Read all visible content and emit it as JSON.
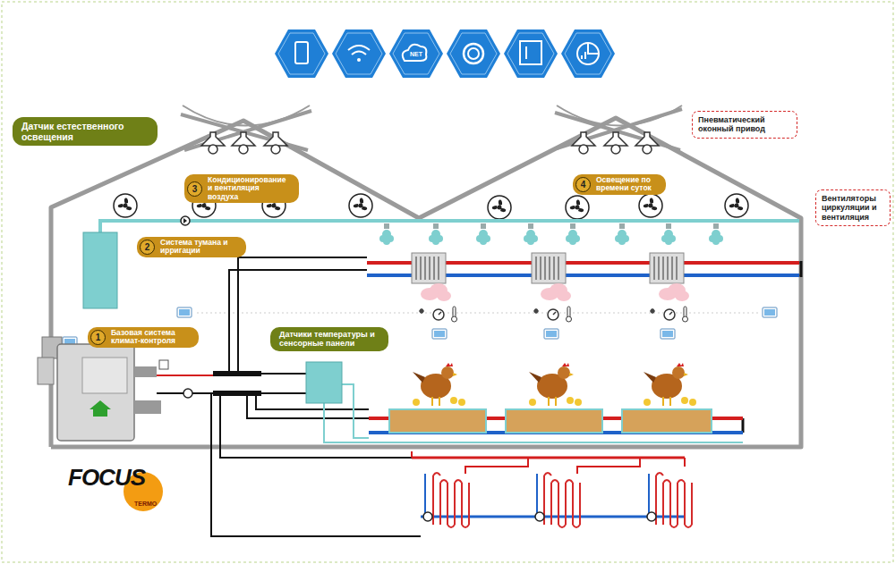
{
  "diagram": {
    "nodes": [
      {
        "text": [
          "Датчик естественного освещения"
        ]
      },
      {
        "text": [
          "Пневматический оконный привод"
        ]
      },
      {
        "text": [
          "Вентиляторы циркуляции и вентиляция"
        ]
      },
      {
        "text": [
          "1",
          "Базовая система климат-контроля"
        ]
      },
      {
        "text": [
          "2",
          "Система тумана и ирригации"
        ]
      },
      {
        "text": [
          "3",
          "Кондиционирование и вентиляция воздуха"
        ]
      },
      {
        "text": [
          "4",
          "Освещение по времени суток"
        ]
      },
      {
        "text": [
          "Датчики температуры и сенсорные панели"
        ]
      }
    ],
    "labels": [
      "NET",
      "FOCUS",
      "TERMO"
    ]
  }
}
